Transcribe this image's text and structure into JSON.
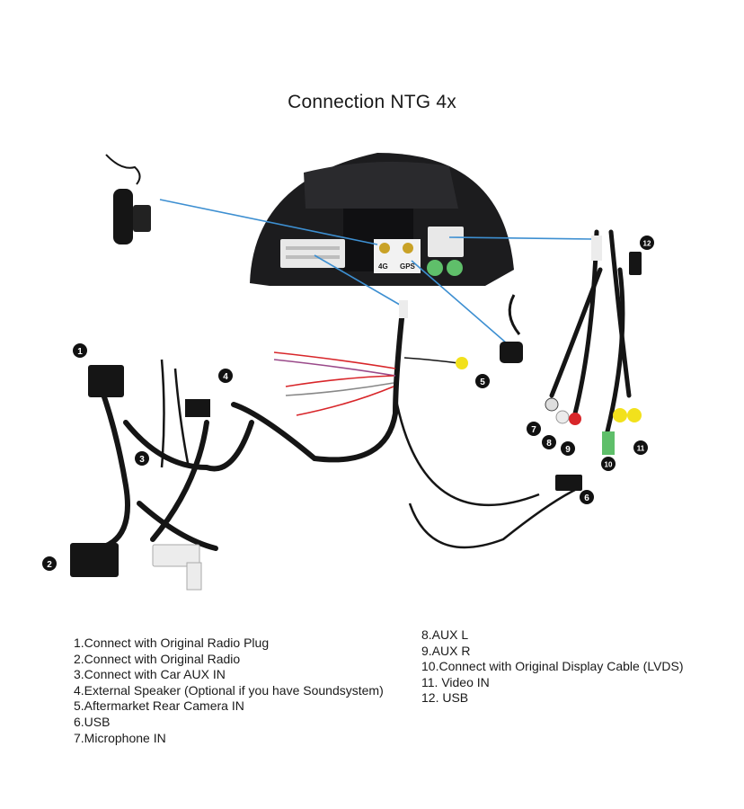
{
  "title": "Connection NTG 4x",
  "unit_labels": {
    "lte_port": "4G",
    "gps_port": "GPS"
  },
  "markers": [
    "1",
    "2",
    "3",
    "4",
    "5",
    "6",
    "7",
    "8",
    "9",
    "10",
    "11",
    "12"
  ],
  "legend_left": [
    "1.Connect with Original Radio Plug",
    "2.Connect with Original Radio",
    "3.Connect with Car AUX IN",
    "4.External Speaker (Optional if you have Soundsystem)",
    "5.Aftermarket Rear Camera IN",
    "6.USB",
    "7.Microphone IN"
  ],
  "legend_right": [
    "8.AUX L",
    "9.AUX R",
    "10.Connect with Original Display Cable (LVDS)",
    "11. Video IN",
    "12. USB"
  ],
  "colors": {
    "guide_line": "#3d8fd1",
    "cable": "#151515",
    "unit_body": "#1c1c1e",
    "rca_yellow": "#f2e11c",
    "rca_red": "#d8262a",
    "lvds_green": "#5fbf6a"
  }
}
